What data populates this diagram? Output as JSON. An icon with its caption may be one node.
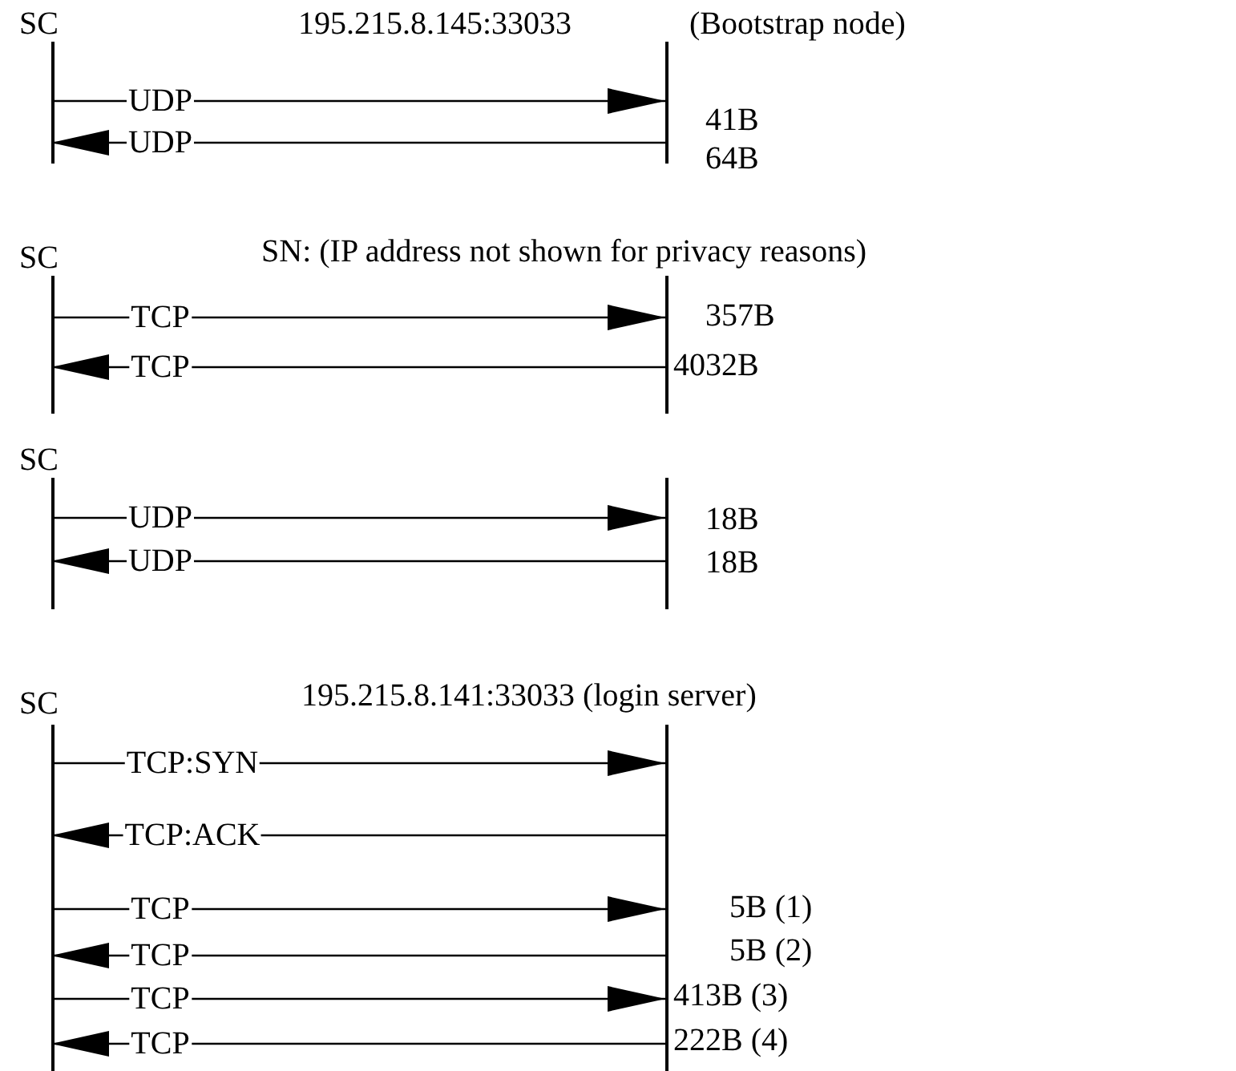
{
  "diagram": {
    "nodes": [
      {
        "text": [
          "SC"
        ]
      },
      {
        "text": [
          "195.215.8.145:33033",
          "(Bootstrap node)"
        ]
      },
      {
        "text": [
          "SC"
        ]
      },
      {
        "text": [
          "SN: (IP address not shown for privacy reasons)"
        ]
      },
      {
        "text": [
          "SC"
        ]
      },
      {
        "text": [],
        "shape": "bar"
      },
      {
        "text": [
          "SC"
        ]
      },
      {
        "text": [
          "195.215.8.141:33033 (login server)"
        ]
      }
    ],
    "edges": [
      {
        "from": 0,
        "to": 1,
        "arrow": "to",
        "label": "UDP"
      },
      {
        "from": 1,
        "to": 0,
        "arrow": "to",
        "label": "UDP"
      },
      {
        "from": 2,
        "to": 3,
        "arrow": "to",
        "label": "TCP"
      },
      {
        "from": 3,
        "to": 2,
        "arrow": "to",
        "label": "TCP"
      },
      {
        "from": 4,
        "to": 5,
        "arrow": "to",
        "label": "UDP"
      },
      {
        "from": 5,
        "to": 4,
        "arrow": "to",
        "label": "UDP"
      },
      {
        "from": 6,
        "to": 7,
        "arrow": "to",
        "label": "TCP:SYN"
      },
      {
        "from": 7,
        "to": 6,
        "arrow": "to",
        "label": "TCP:ACK"
      },
      {
        "from": 6,
        "to": 7,
        "arrow": "to",
        "label": "TCP"
      },
      {
        "from": 7,
        "to": 6,
        "arrow": "to",
        "label": "TCP"
      },
      {
        "from": 6,
        "to": 7,
        "arrow": "to",
        "label": "TCP"
      },
      {
        "from": 7,
        "to": 6,
        "arrow": "to",
        "label": "TCP"
      }
    ],
    "labels": [
      "41B",
      "64B",
      "357B",
      "4032B",
      "18B",
      "18B",
      "5B (1)",
      "5B (2)",
      "413B (3)",
      "222B (4)"
    ]
  }
}
